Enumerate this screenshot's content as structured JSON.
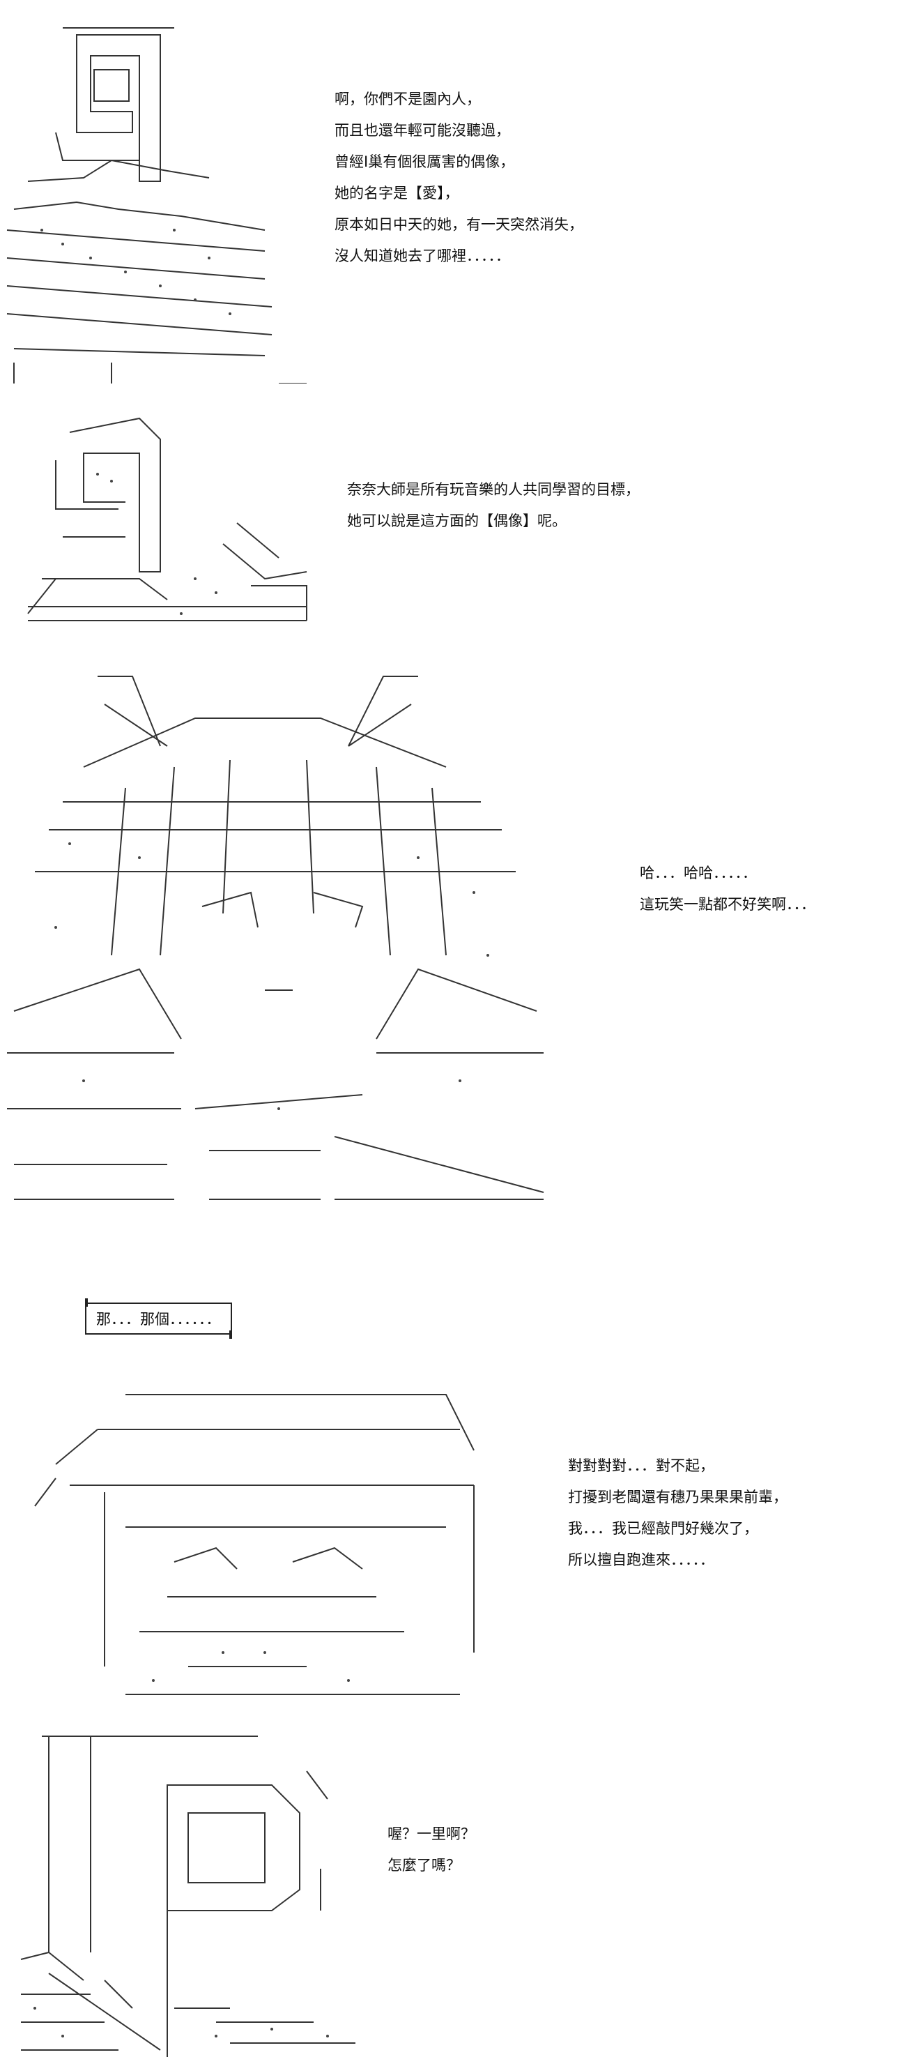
{
  "panels": [
    {
      "id": "p1",
      "lines": [
        "啊，你們不是園內人，",
        "而且也還年輕可能沒聽過，",
        "曾經I巢有個很厲害的偶像，",
        "她的名字是【愛】，",
        "原本如日中天的她，有一天突然消失，",
        "沒人知道她去了哪裡．．．．．"
      ]
    },
    {
      "id": "p2",
      "lines": [
        "奈奈大師是所有玩音樂的人共同學習的目標，",
        "她可以說是這方面的【偶像】呢。"
      ]
    },
    {
      "id": "p3",
      "lines": [
        "哈．．．哈哈．．．．．",
        "這玩笑一點都不好笑啊．．．"
      ],
      "box": "那．．．那個．．．．．．"
    },
    {
      "id": "p4",
      "lines": [
        "對對對對．．．對不起，",
        "打擾到老闆還有穗乃果果果前輩，",
        "我．．．我已經敲門好幾次了，",
        "所以擅自跑進來．．．．．"
      ]
    },
    {
      "id": "p5",
      "lines": [
        "喔？一里啊？",
        "怎麼了嗎？"
      ]
    }
  ]
}
